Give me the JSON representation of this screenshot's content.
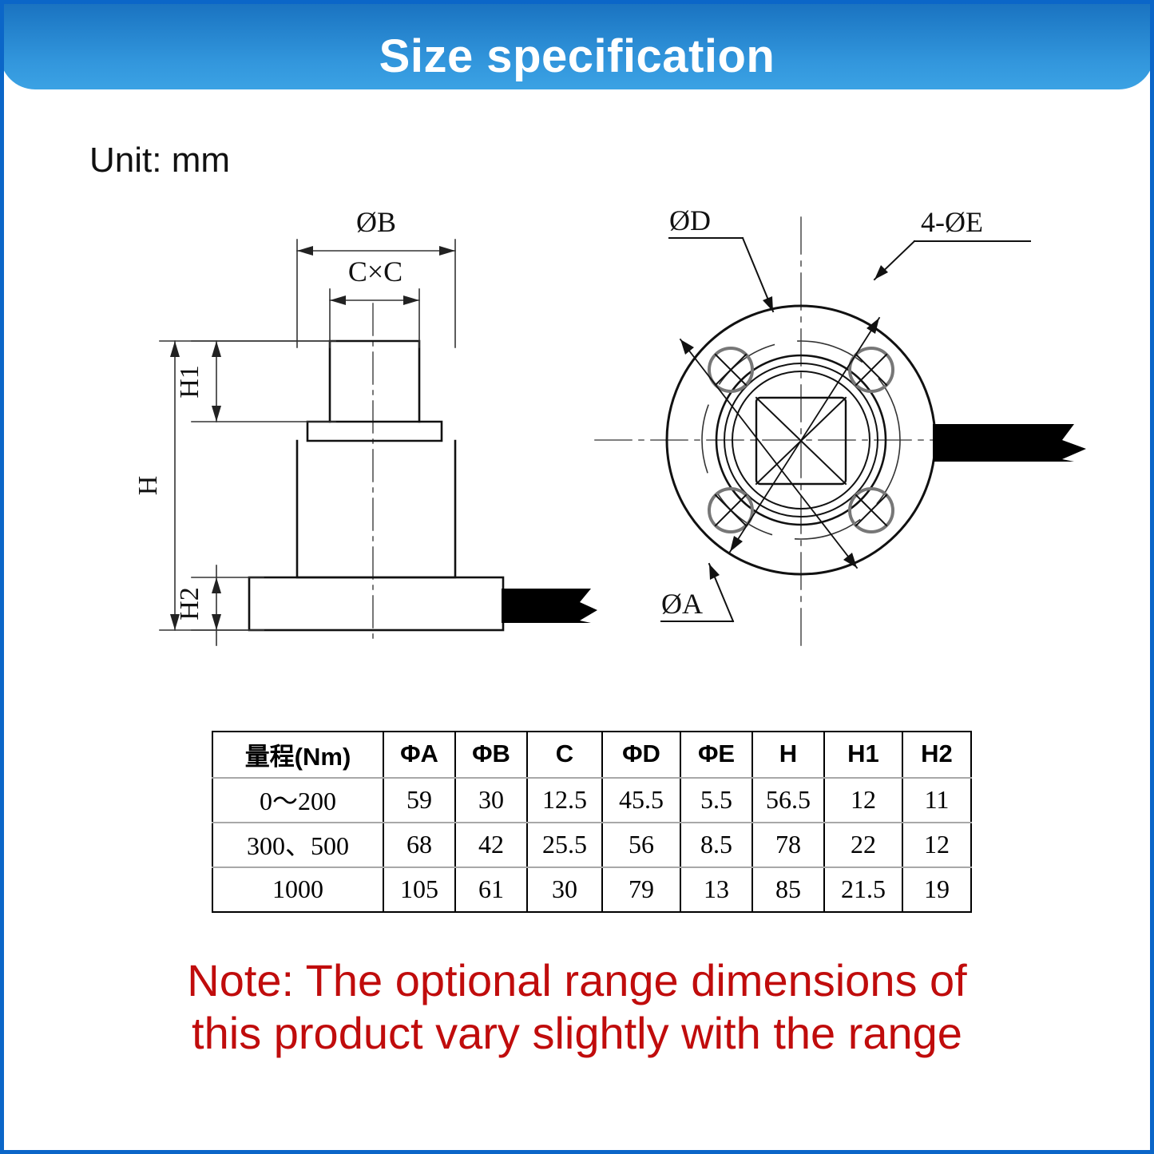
{
  "banner": {
    "title": "Size specification"
  },
  "unit": {
    "label": "Unit: mm"
  },
  "drawing": {
    "side_view": {
      "labels": {
        "diameter_b": "ØB",
        "c_by_c": "C×C",
        "h": "H",
        "h1": "H1",
        "h2": "H2"
      }
    },
    "top_view": {
      "labels": {
        "diameter_d": "ØD",
        "four_diameter_e": "4-ØE",
        "diameter_a": "ØA"
      }
    }
  },
  "table": {
    "headers": [
      "量程(Nm)",
      "ΦA",
      "ΦB",
      "C",
      "ΦD",
      "ΦE",
      "H",
      "H1",
      "H2"
    ],
    "rows": [
      [
        "0～200",
        "59",
        "30",
        "12.5",
        "45.5",
        "5.5",
        "56.5",
        "12",
        "11"
      ],
      [
        "300、500",
        "68",
        "42",
        "25.5",
        "56",
        "8.5",
        "78",
        "22",
        "12"
      ],
      [
        "1000",
        "105",
        "61",
        "30",
        "79",
        "13",
        "85",
        "21.5",
        "19"
      ]
    ]
  },
  "note": {
    "line1": "Note: The optional range dimensions of",
    "line2": "this product vary slightly with the range"
  },
  "colors": {
    "banner_top": "#1162b4",
    "banner_bottom": "#3ba2e4",
    "frame": "#0b66c8",
    "note_red": "#c00c0c",
    "line": "#111111"
  }
}
